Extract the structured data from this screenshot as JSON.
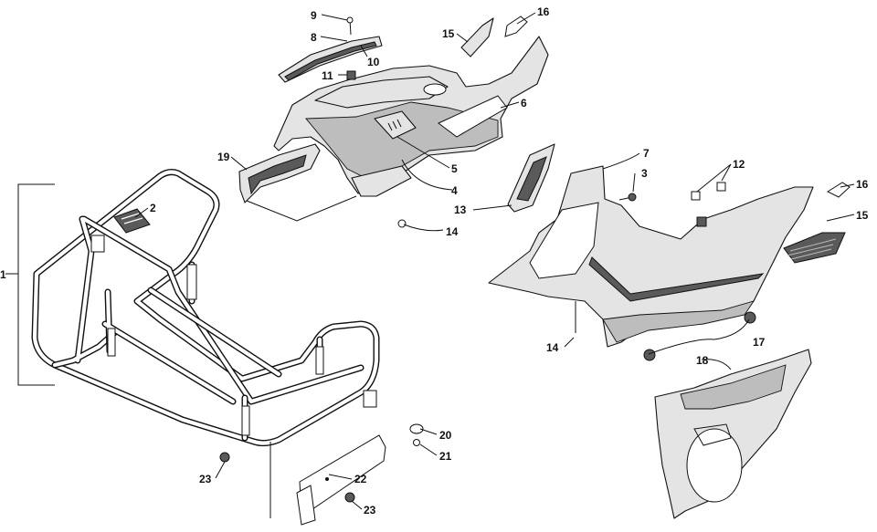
{
  "callouts": [
    {
      "id": "c1",
      "text": "1"
    },
    {
      "id": "c2",
      "text": "2"
    },
    {
      "id": "c3",
      "text": "3"
    },
    {
      "id": "c4",
      "text": "4"
    },
    {
      "id": "c5",
      "text": "5"
    },
    {
      "id": "c6",
      "text": "6"
    },
    {
      "id": "c7",
      "text": "7"
    },
    {
      "id": "c8",
      "text": "8"
    },
    {
      "id": "c9",
      "text": "9"
    },
    {
      "id": "c10",
      "text": "10"
    },
    {
      "id": "c11",
      "text": "11"
    },
    {
      "id": "c12",
      "text": "12"
    },
    {
      "id": "c13",
      "text": "13"
    },
    {
      "id": "c14a",
      "text": "14"
    },
    {
      "id": "c14b",
      "text": "14"
    },
    {
      "id": "c15a",
      "text": "15"
    },
    {
      "id": "c15b",
      "text": "15"
    },
    {
      "id": "c16a",
      "text": "16"
    },
    {
      "id": "c16b",
      "text": "16"
    },
    {
      "id": "c17",
      "text": "17"
    },
    {
      "id": "c18",
      "text": "18"
    },
    {
      "id": "c19",
      "text": "19"
    },
    {
      "id": "c20",
      "text": "20"
    },
    {
      "id": "c21",
      "text": "21"
    },
    {
      "id": "c22",
      "text": "22"
    },
    {
      "id": "c23a",
      "text": "23"
    },
    {
      "id": "c23b",
      "text": "23"
    }
  ],
  "colors": {
    "ink": "#111111",
    "part_fill": "#e4e4e4",
    "background": "#ffffff"
  }
}
